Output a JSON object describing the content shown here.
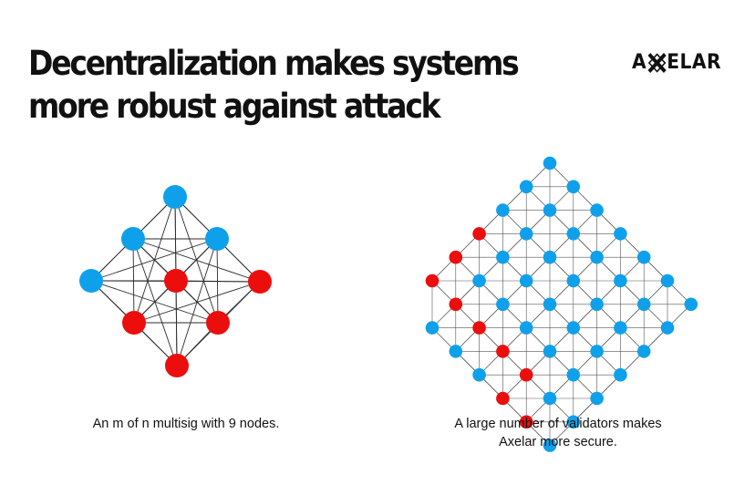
{
  "title": {
    "line1": "Decentralization makes systems",
    "line2": "more robust against attack"
  },
  "logo": {
    "part1": "A",
    "icon": "x-logo-icon",
    "part2": "ELAR"
  },
  "colors": {
    "honest": "#0fa0ec",
    "malicious": "#ec0d0d",
    "edge": "#2b2b2b"
  },
  "captions": {
    "left": "An m of n multisig with 9 nodes.",
    "right_line1": "A large number of validators makes",
    "right_line2": "Axelar more secure."
  }
}
